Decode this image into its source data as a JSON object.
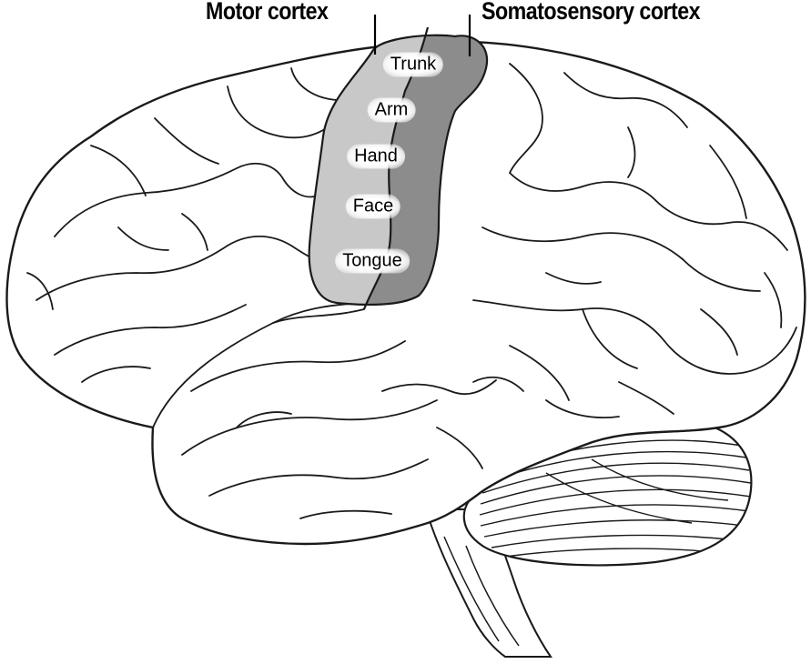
{
  "header": {
    "motor_cortex": "Motor cortex",
    "somatosensory_cortex": "Somatosensory cortex"
  },
  "body_regions": {
    "trunk": "Trunk",
    "arm": "Arm",
    "hand": "Hand",
    "face": "Face",
    "tongue": "Tongue"
  },
  "colors": {
    "background": "#ffffff",
    "brain_fill": "#ffffff",
    "outline": "#1a1a1a",
    "motor_cortex_fill": "#c8c8c8",
    "somatosensory_cortex_fill": "#8c8c8c",
    "text": "#000000"
  }
}
